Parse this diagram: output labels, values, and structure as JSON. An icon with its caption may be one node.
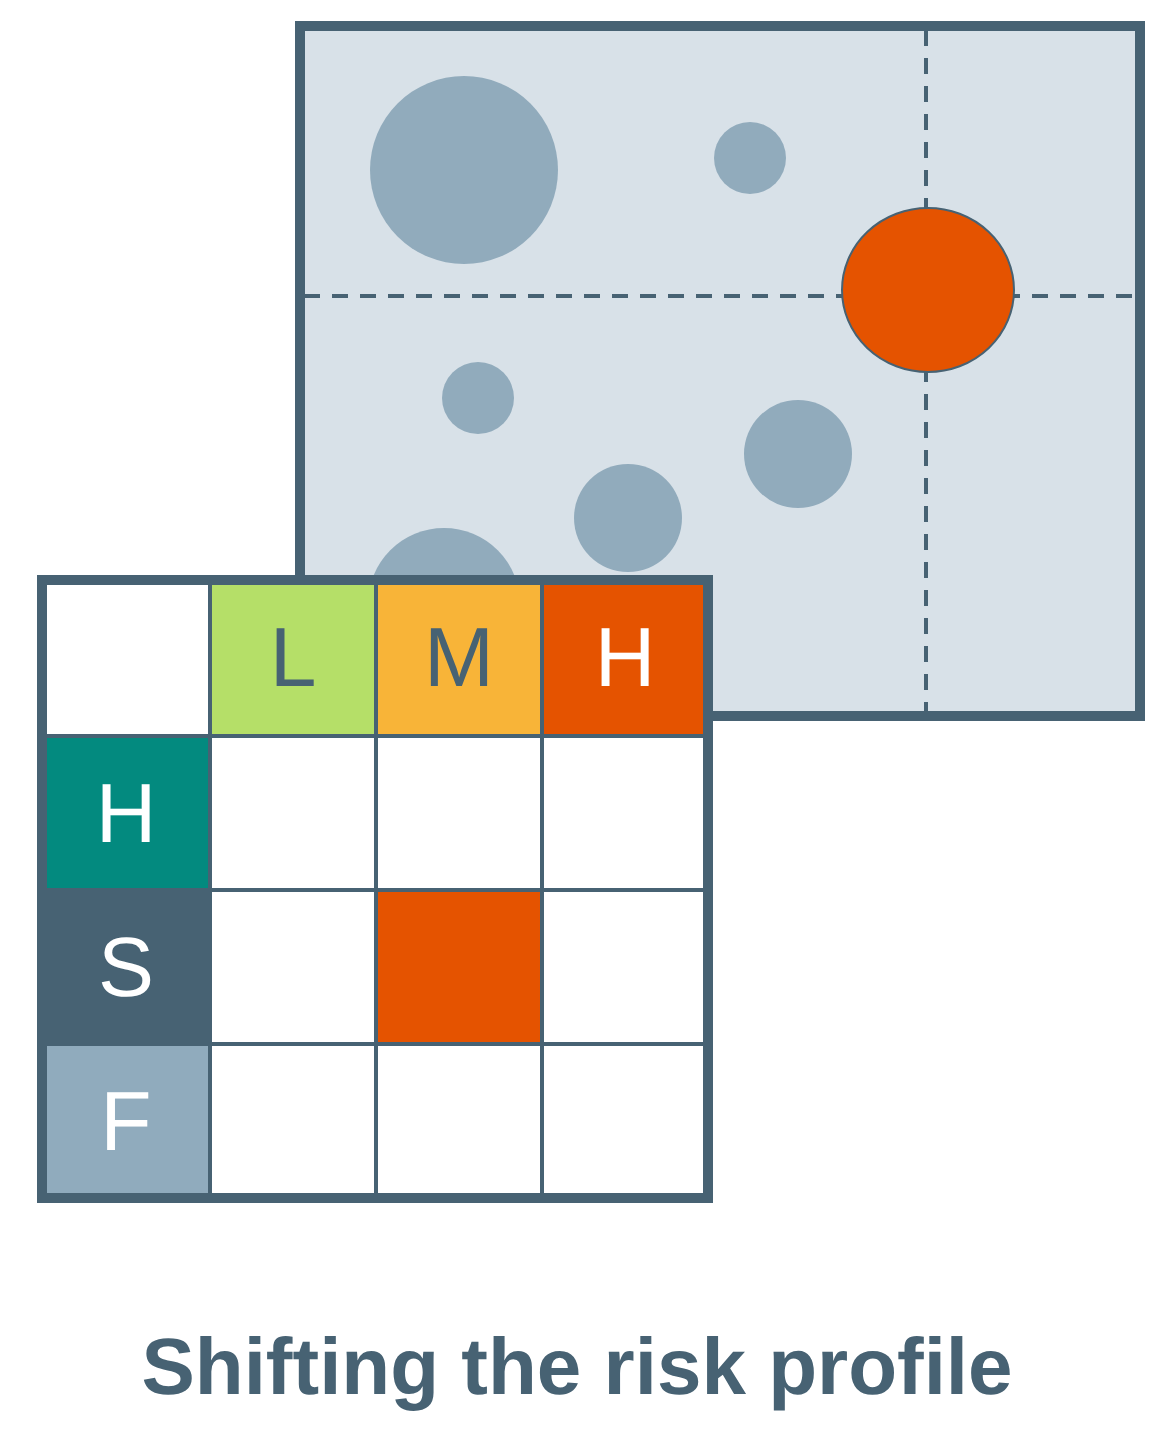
{
  "diagram": {
    "caption": "Shifting the risk profile",
    "labels": [
      "L",
      "M",
      "H",
      "H",
      "S",
      "F"
    ]
  }
}
